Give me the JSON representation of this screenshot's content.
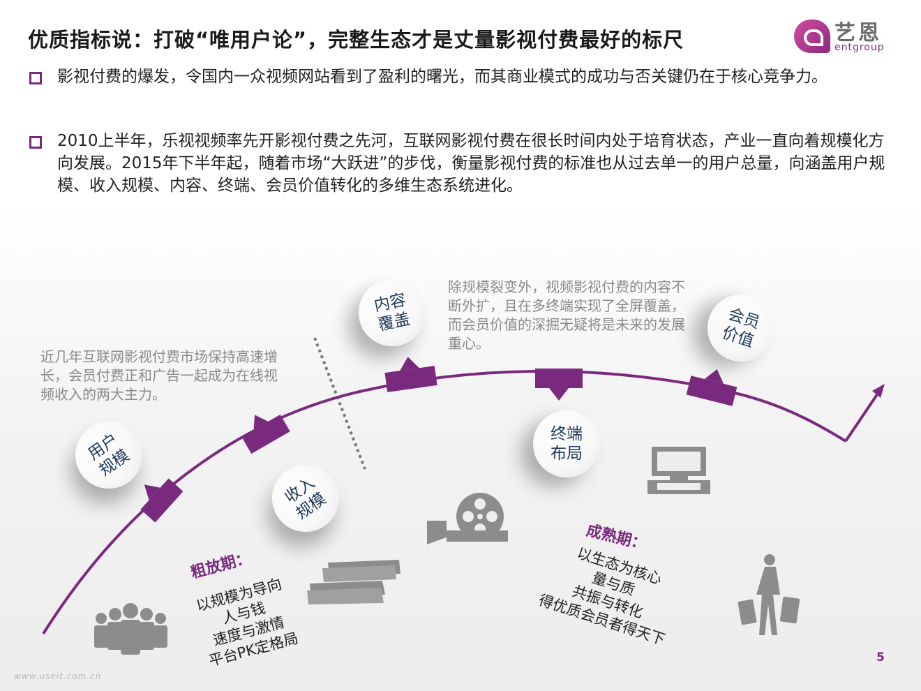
{
  "title": "优质指标说：打破“唯用户论”，完整生态才是丈量影视付费最好的标尺",
  "logo": {
    "cn": "艺恩",
    "en": "entgroup",
    "brand_color": "#7a2a7e"
  },
  "bullets": [
    "影视付费的爆发，令国内一众视频网站看到了盈利的曙光，而其商业模式的成功与否关键仍在于核心竞争力。",
    "2010上半年，乐视视频率先开影视付费之先河，互联网影视付费在很长时间内处于培育状态，产业一直向着规模化方向发展。2015年下半年起，随着市场“大跃进”的步伐，衡量影视付费的标准也从过去单一的用户总量，向涵盖用户规模、收入规模、内容、终端、会员价值转化的多维生态系统进化。"
  ],
  "notes": {
    "left": "近几年互联网影视付费市场保持高速增长，会员付费正和广告一起成为在线视频收入的两大主力。",
    "right": "除规模裂变外，视频影视付费的内容不断外扩，且在多终端实现了全屏覆盖，而会员价值的深掘无疑将是未来的发展重心。"
  },
  "circles": {
    "user_scale": "用户规模",
    "revenue_scale": "收入规模",
    "content_coverage": "内容覆盖",
    "terminal_layout": "终端布局",
    "member_value": "会员价值"
  },
  "phases": {
    "early": {
      "title": "粗放期：",
      "lines": [
        "以规模为导向",
        "人与钱",
        "速度与激情",
        "平台PK定格局"
      ]
    },
    "mature": {
      "title": "成熟期：",
      "lines": [
        "以生态为核心",
        "量与质",
        "共振与转化",
        "得优质会员者得天下"
      ]
    }
  },
  "icons": [
    "people-icon",
    "money-icon",
    "film-reel-icon",
    "tv-icon",
    "shopper-icon"
  ],
  "page_number": "5",
  "watermark": "www.useit.com.cn",
  "colors": {
    "accent": "#7a2a7e",
    "text_note": "#8a8a8a",
    "circle_text": "#1e3a5c"
  }
}
